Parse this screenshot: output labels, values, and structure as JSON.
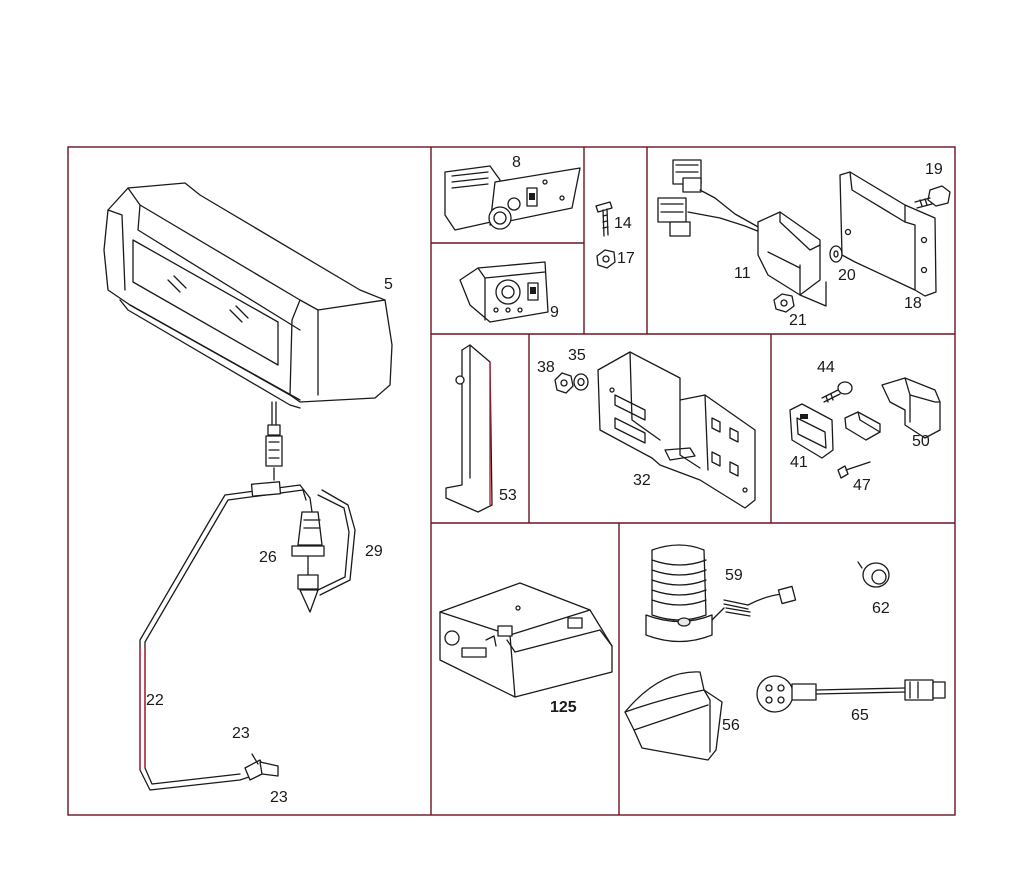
{
  "colors": {
    "frame": "#6b1420",
    "ink": "#1a1a1a",
    "accent": "#b0243a"
  },
  "callouts": {
    "c5": "5",
    "c8": "8",
    "c9": "9",
    "c14": "14",
    "c17": "17",
    "c19": "19",
    "c11": "11",
    "c20": "20",
    "c21": "21",
    "c18": "18",
    "c53": "53",
    "c38": "38",
    "c35": "35",
    "c32": "32",
    "c44": "44",
    "c41": "41",
    "c50": "50",
    "c47": "47",
    "c26": "26",
    "c29": "29",
    "c22": "22",
    "c23a": "23",
    "c23b": "23",
    "c125": "125",
    "c59": "59",
    "c62": "62",
    "c56": "56",
    "c65": "65"
  }
}
